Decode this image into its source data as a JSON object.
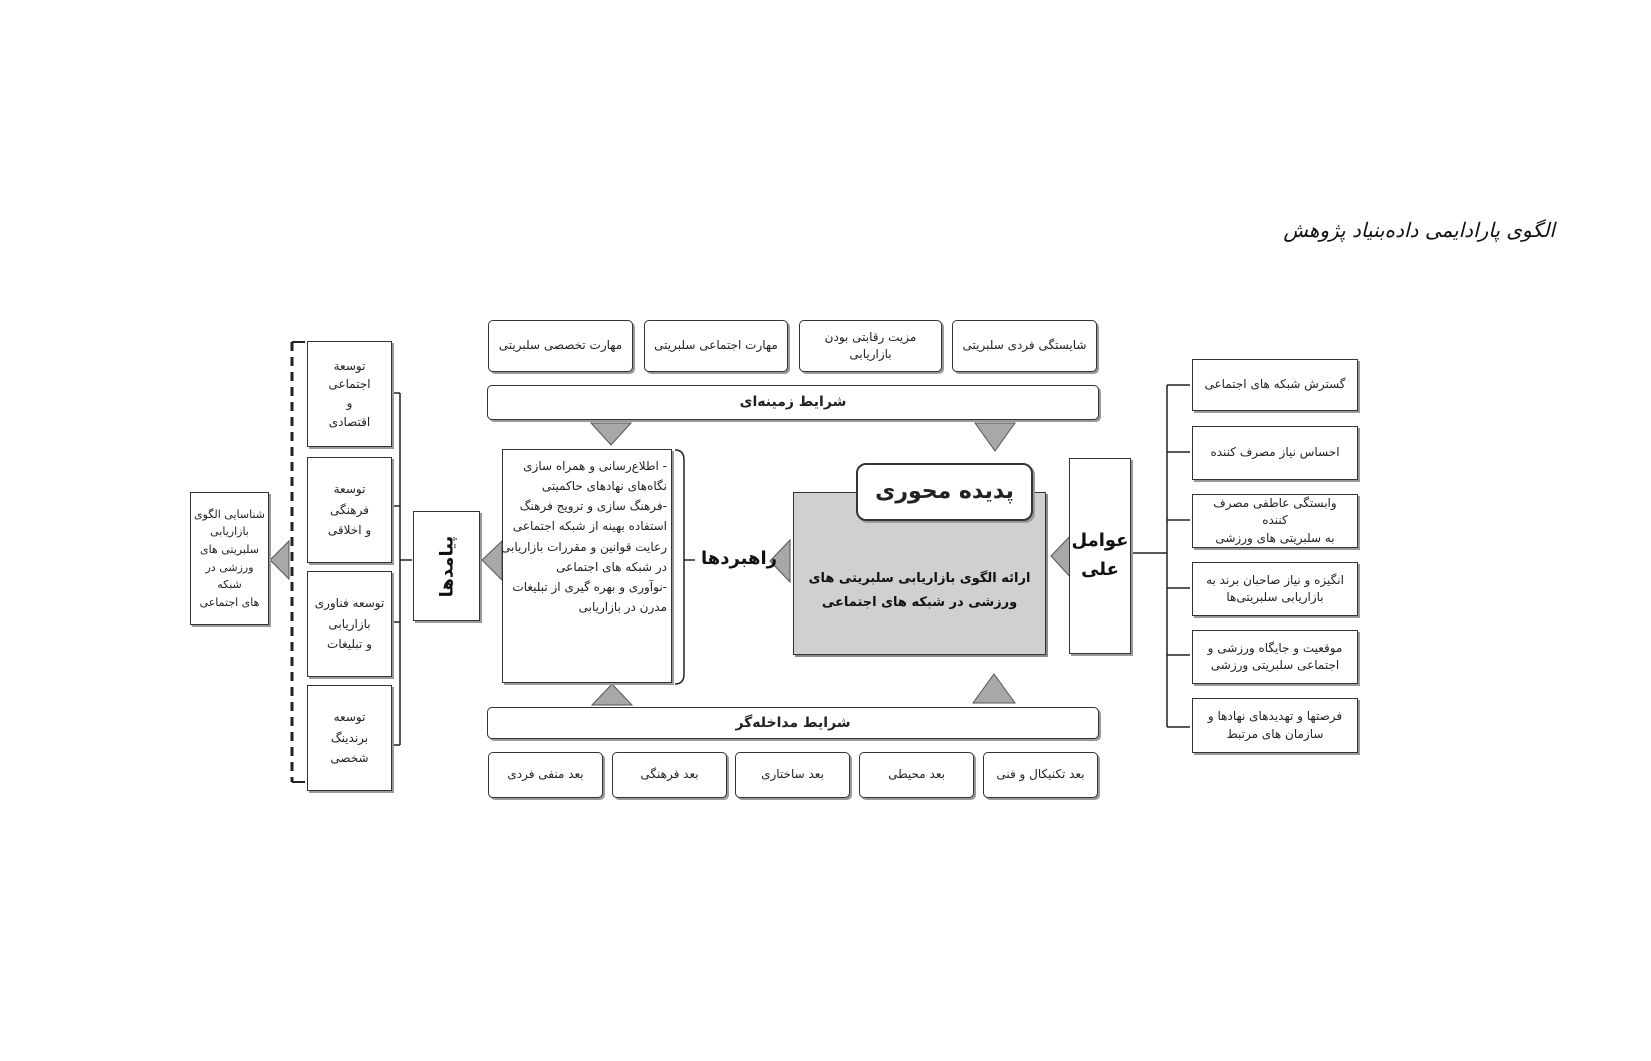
{
  "caption": "الگوی پارادایمی داده‌بنیاد پژوهش",
  "contextual": {
    "title": "شرایط زمینه‌ای",
    "items": [
      "شایستگی فردی سلبریتی",
      "مزیت رقابتی بودن بازاریابی",
      "مهارت اجتماعی سلبریتی",
      "مهارت تخصصی سلبریتی"
    ]
  },
  "intervening": {
    "title": "شرایط مداخله‌گر",
    "items": [
      "بعد تکنیکال و فنی",
      "بعد محیطی",
      "بعد ساختاری",
      "بعد فرهنگی",
      "بعد منفی فردی"
    ]
  },
  "causal": {
    "title_line1": "عوامل",
    "title_line2": "علی",
    "items": [
      {
        "line1": "گسترش شبکه های اجتماعی",
        "line2": ""
      },
      {
        "line1": "احساس نیاز مصرف کننده",
        "line2": ""
      },
      {
        "line1": "وابستگی عاطفی مصرف کننده",
        "line2": "به سلبریتی های ورزشی"
      },
      {
        "line1": "انگیزه و نیاز صاحبان برند به",
        "line2": "بازاریابی سلبریتی‌ها"
      },
      {
        "line1": "موقعیت و جایگاه ورزشی و",
        "line2": "اجتماعی سلبریتی ورزشی"
      },
      {
        "line1": "فرصتها و تهدیدهای نهادها و",
        "line2": "سازمان های مرتبط"
      }
    ]
  },
  "core": {
    "title": "پدیده محوری",
    "line1": "ارائه الگوی بازاریابی سلبریتی های",
    "line2": "ورزشی در شبکه های اجتماعی"
  },
  "strategies": {
    "title": "راهبردها",
    "lines": [
      "- اطلاع‌رسانی و همراه سازی",
      "نگاه‌های نهادهای حاکمیتی",
      "-فرهنگ سازی و ترویج فرهنگ",
      "استفاده بهینه از شبکه اجتماعی",
      "رعایت قوانین و مقررات بازاریابی",
      "در شبکه های اجتماعی",
      "-نوآوری و بهره گیری از تبلیغات",
      "مدرن در بازاریابی"
    ]
  },
  "consequences": {
    "title": "پیامدها",
    "items": [
      {
        "lines": [
          "توسعة",
          "اجتماعی",
          "و",
          "اقتصادی"
        ]
      },
      {
        "lines": [
          "توسعة",
          "فرهنگی",
          "و اخلاقی"
        ]
      },
      {
        "lines": [
          "توسعه فناوری",
          "بازاریابی",
          "و تبلیغات"
        ]
      },
      {
        "lines": [
          "توسعه",
          "برندینگ",
          "شخصی"
        ]
      }
    ]
  },
  "outcome": {
    "lines": [
      "شناسایی الگوی",
      "بازاریابی",
      "سلبریتی های",
      "ورزشی در شبکه",
      "های اجتماعی"
    ]
  }
}
